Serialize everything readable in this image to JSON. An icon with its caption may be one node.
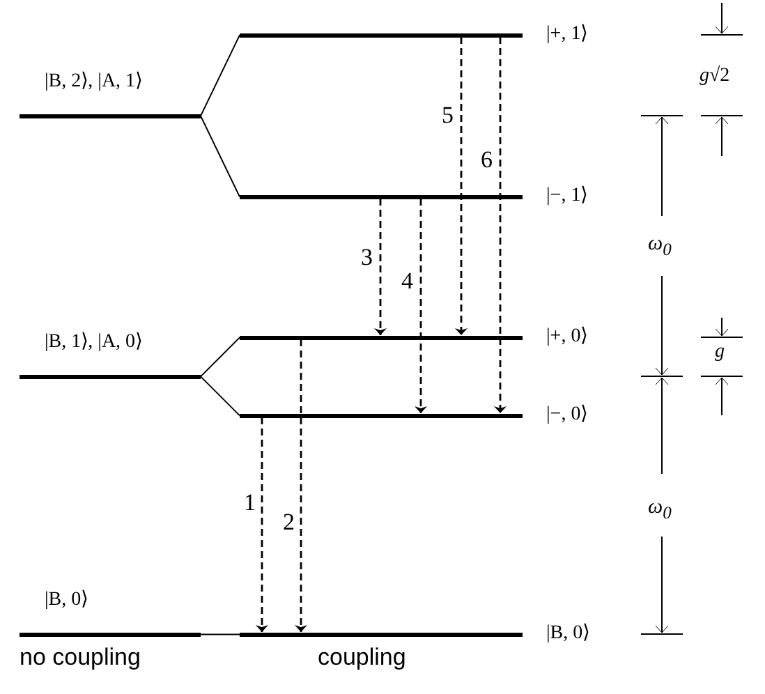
{
  "diagram": {
    "nodes": [
      {
        "text": [
          "|B, 2⟩, |A, 1⟩"
        ]
      },
      {
        "text": [
          "|+, 1⟩"
        ]
      },
      {
        "text": [
          "|−, 1⟩"
        ]
      },
      {
        "text": [
          "|B, 1⟩, |A, 0⟩"
        ]
      },
      {
        "text": [
          "|+, 0⟩"
        ]
      },
      {
        "text": [
          "|−, 0⟩"
        ]
      },
      {
        "text": [
          "|B, 0⟩"
        ]
      },
      {
        "text": [
          "|B, 0⟩"
        ]
      }
    ],
    "edges": [
      {
        "from": 0,
        "to": 1,
        "arrow": "none"
      },
      {
        "from": 0,
        "to": 2,
        "arrow": "none"
      },
      {
        "from": 3,
        "to": 4,
        "arrow": "none"
      },
      {
        "from": 3,
        "to": 5,
        "arrow": "none"
      },
      {
        "from": 6,
        "to": 7,
        "arrow": "none"
      },
      {
        "from": 5,
        "to": 7,
        "arrow": "to",
        "style": "dashed",
        "label": "1"
      },
      {
        "from": 4,
        "to": 7,
        "arrow": "to",
        "style": "dashed",
        "label": "2"
      },
      {
        "from": 2,
        "to": 4,
        "arrow": "to",
        "style": "dashed",
        "label": "3"
      },
      {
        "from": 2,
        "to": 5,
        "arrow": "to",
        "style": "dashed",
        "label": "4"
      },
      {
        "from": 1,
        "to": 4,
        "arrow": "to",
        "style": "dashed",
        "label": "5"
      },
      {
        "from": 1,
        "to": 5,
        "arrow": "to",
        "style": "dashed",
        "label": "6"
      }
    ],
    "labels": [
      "no coupling",
      "coupling",
      "*g*√2",
      "ω$_{0}$",
      "g",
      "ω$_{0}$"
    ]
  }
}
